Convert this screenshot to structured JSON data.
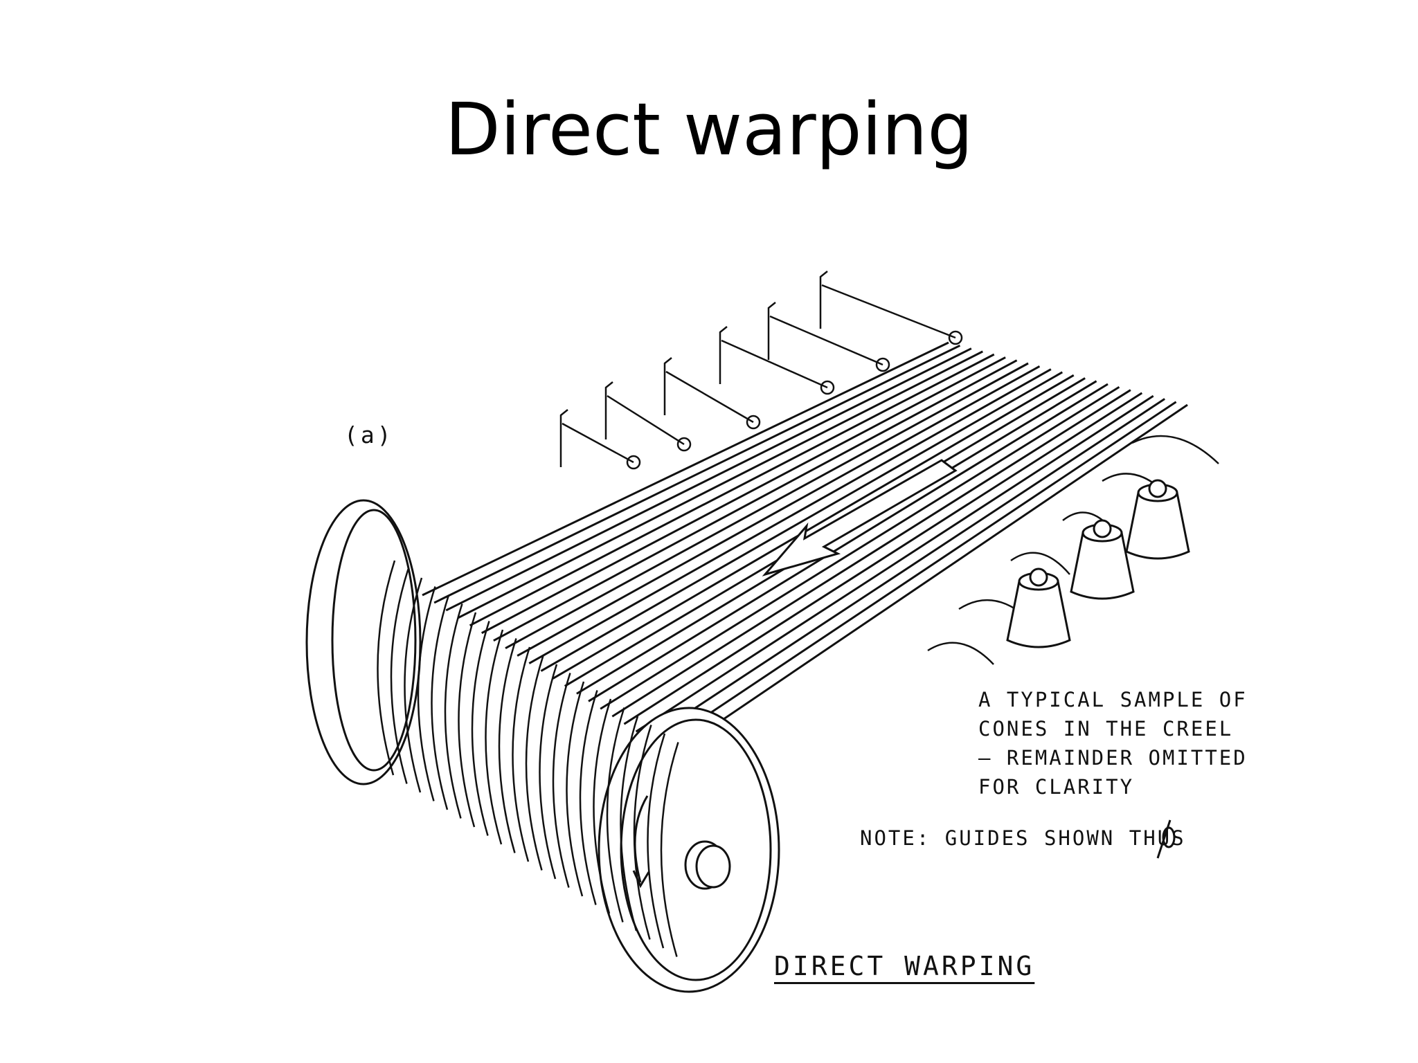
{
  "slide": {
    "title": "Direct warping"
  },
  "diagram": {
    "figure_label": "(a)",
    "creel_note_lines": [
      "A TYPICAL SAMPLE OF",
      "CONES IN THE CREEL",
      "– REMAINDER OMITTED",
      "FOR CLARITY"
    ],
    "guides_note": "NOTE: GUIDES SHOWN THUS",
    "caption": "DIRECT WARPING",
    "line_color": "#111111",
    "background": "#ffffff"
  }
}
